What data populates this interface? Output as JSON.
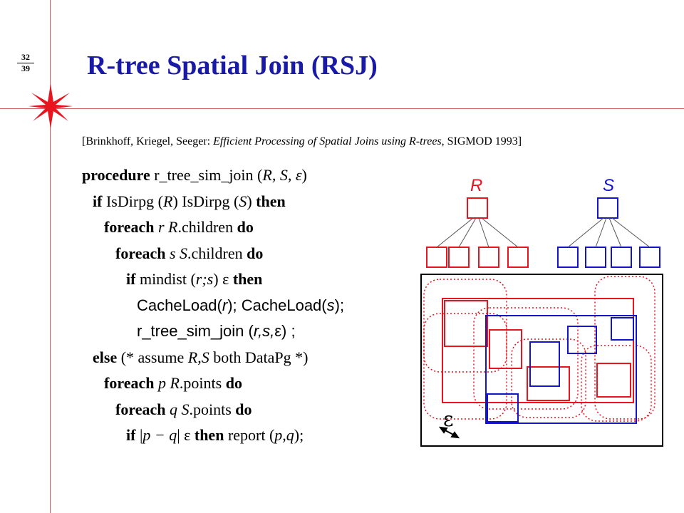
{
  "slide": {
    "page_num": "32",
    "page_total": "39",
    "title": "R-tree Spatial Join (RSJ)"
  },
  "citation": {
    "open": "[Brinkhoff, Kriegel, Seeger: ",
    "paper": "Efficient Processing of Spatial Joins using R-trees",
    "venue": ", SIGMOD  1993]"
  },
  "code": {
    "l1_kw": "procedure",
    "l1_name": " r_tree_sim_join (",
    "l1_args": "R, S, ε",
    "l1_close": ")",
    "l2_if": "if",
    "l2_a": " IsDirpg (",
    "l2_r": "R",
    "l2_b": ")  IsDirpg (",
    "l2_s": "S",
    "l2_c": ") ",
    "l2_then": "then",
    "l3_kw": "foreach",
    "l3_var": " r ",
    "l3_col": " R",
    "l3_txt": ".children ",
    "l3_do": "do",
    "l4_kw": "foreach",
    "l4_var": " s ",
    "l4_col": " S",
    "l4_txt": ".children ",
    "l4_do": "do",
    "l5_if": "if",
    "l5_a": " mindist  (",
    "l5_rs": "r;s",
    "l5_b": ")   ε ",
    "l5_then": "then",
    "l6_a": "CacheLoad(",
    "l6_r": "r",
    "l6_b": "); CacheLoad(",
    "l6_s": "s",
    "l6_c": ");",
    "l7_a": "r_tree_sim_join (",
    "l7_args": "r,s,",
    "l7_eps": "ε",
    "l7_c": ") ;",
    "l8_else": "else",
    "l8_a": " (* assume  ",
    "l8_rs": "R,S",
    "l8_b": " both DataPg *)",
    "l9_kw": "foreach",
    "l9_var": " p ",
    "l9_col": " R",
    "l9_txt": ".points ",
    "l9_do": "do",
    "l10_kw": "foreach",
    "l10_var": " q ",
    "l10_col": " S",
    "l10_txt": ".points ",
    "l10_do": "do",
    "l11_if": "if",
    "l11_a": " |",
    "l11_pq": "p  −  q",
    "l11_b": "|   ε ",
    "l11_then": "then",
    "l11_c": " report (",
    "l11_args": "p,q",
    "l11_d": ");"
  },
  "diagram": {
    "label_r": "R",
    "label_s": "S",
    "label_eps": "ε",
    "colors": {
      "red": "#e8141e",
      "blue": "#1414c8",
      "title": "#1a1aa8"
    }
  }
}
